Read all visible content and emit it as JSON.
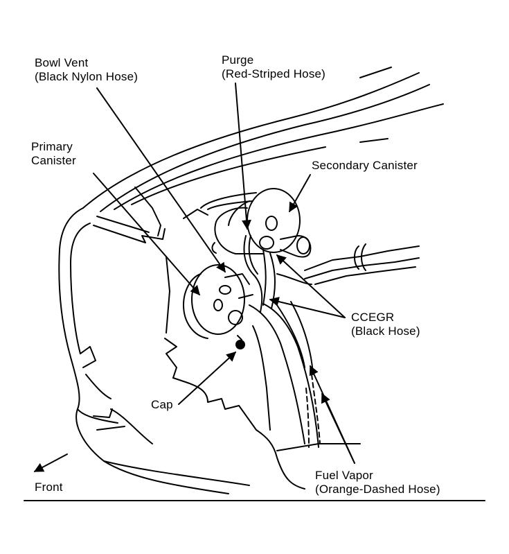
{
  "labels": {
    "bowl_vent": {
      "line1": "Bowl Vent",
      "line2": "(Black Nylon Hose)"
    },
    "purge": {
      "line1": "Purge",
      "line2": "(Red-Striped Hose)"
    },
    "primary_canister": {
      "line1": "Primary",
      "line2": "Canister"
    },
    "secondary_canister": {
      "line1": "Secondary Canister"
    },
    "ccegr": {
      "line1": "CCEGR",
      "line2": "(Black Hose)"
    },
    "cap": {
      "line1": "Cap"
    },
    "front": {
      "line1": "Front"
    },
    "fuel_vapor": {
      "line1": "Fuel Vapor",
      "line2": "(Orange-Dashed Hose)"
    }
  }
}
